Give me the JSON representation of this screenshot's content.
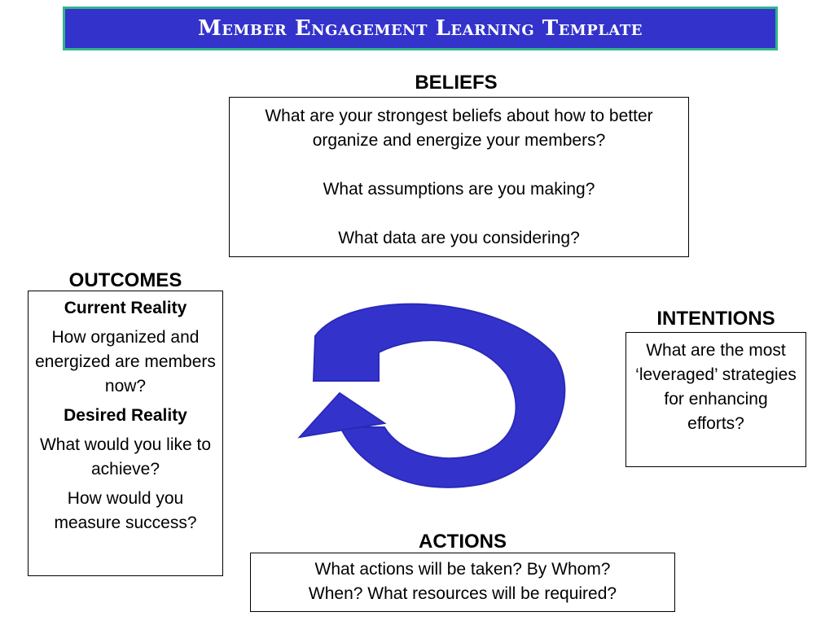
{
  "title": "Member Engagement Learning Template",
  "beliefs": {
    "heading": "BELIEFS",
    "q1": "What are your strongest beliefs about how to better organize and energize your members?",
    "q2": "What assumptions are you making?",
    "q3": "What data are you considering?"
  },
  "outcomes": {
    "heading": "OUTCOMES",
    "current_label": "Current Reality",
    "current_q": "How organized and energized are members now?",
    "desired_label": "Desired Reality",
    "desired_q1": "What would you like to achieve?",
    "desired_q2": "How would you measure success?"
  },
  "intentions": {
    "heading": "INTENTIONS",
    "q1": "What are the most ‘leveraged’ strategies for enhancing efforts?"
  },
  "actions": {
    "heading": "ACTIONS",
    "q1": "What actions will be taken?  By Whom?",
    "q2": "When?  What resources will be required?"
  },
  "colors": {
    "title_bg": "#3333cc",
    "title_border": "#33b38c",
    "arrow": "#3333cc"
  },
  "icons": {
    "cycle": "circular-arrow-icon"
  }
}
